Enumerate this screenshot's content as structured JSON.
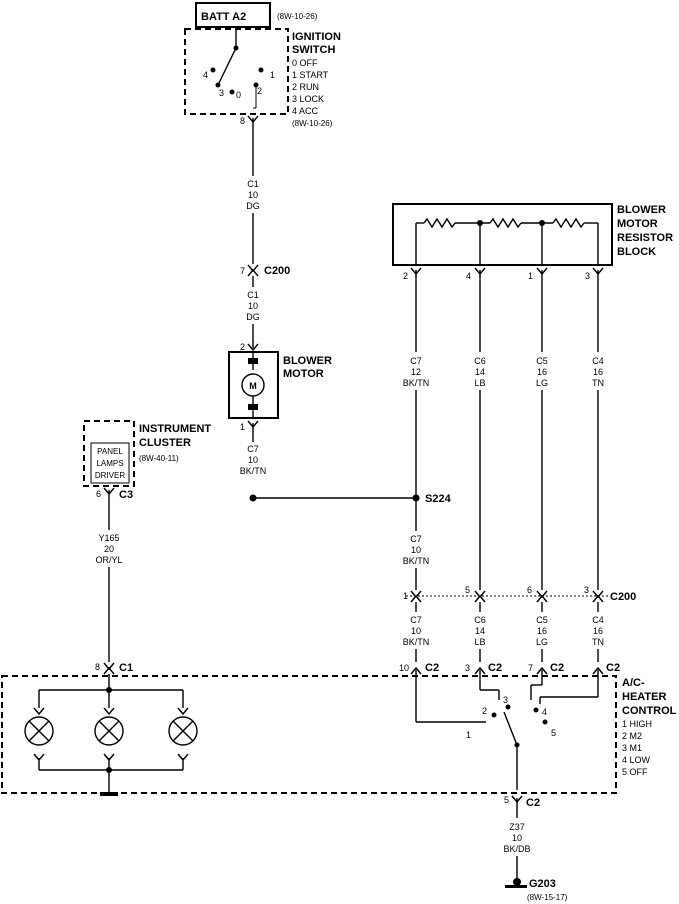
{
  "batt": {
    "label": "BATT A2",
    "ref": "(8W-10-26)"
  },
  "ignition": {
    "title1": "IGNITION",
    "title2": "SWITCH",
    "pos0": "0 OFF",
    "pos1": "1 START",
    "pos2": "2 RUN",
    "pos3": "3 LOCK",
    "pos4": "4 ACC",
    "ref": "(8W-10-26)",
    "n4": "4",
    "n1": "1",
    "n3": "3",
    "n0": "0",
    "n2": "2",
    "pin": "8"
  },
  "wire_top": {
    "circuit": "C1",
    "gauge": "10",
    "color": "DG"
  },
  "c200_upper": {
    "pin": "7",
    "label": "C200"
  },
  "wire_mid": {
    "circuit": "C1",
    "gauge": "10",
    "color": "DG"
  },
  "blower_motor": {
    "title1": "BLOWER",
    "title2": "MOTOR",
    "symbol": "M",
    "pin_top": "2",
    "pin_bot": "1"
  },
  "wire_motor_out": {
    "circuit": "C7",
    "gauge": "10",
    "color": "BK/TN"
  },
  "resistor_block": {
    "title1": "BLOWER",
    "title2": "MOTOR",
    "title3": "RESISTOR",
    "title4": "BLOCK",
    "pins": [
      "2",
      "4",
      "1",
      "3"
    ]
  },
  "res_wires": [
    {
      "circuit": "C7",
      "gauge": "12",
      "color": "BK/TN"
    },
    {
      "circuit": "C6",
      "gauge": "14",
      "color": "LB"
    },
    {
      "circuit": "C5",
      "gauge": "16",
      "color": "LG"
    },
    {
      "circuit": "C4",
      "gauge": "16",
      "color": "TN"
    }
  ],
  "splice": {
    "label": "S224"
  },
  "wire_s224": {
    "circuit": "C7",
    "gauge": "10",
    "color": "BK/TN"
  },
  "c200_lower": {
    "label": "C200",
    "pins": [
      "1",
      "5",
      "6",
      "3"
    ]
  },
  "low_wires": [
    {
      "circuit": "C7",
      "gauge": "10",
      "color": "BK/TN"
    },
    {
      "circuit": "C6",
      "gauge": "14",
      "color": "LB"
    },
    {
      "circuit": "C5",
      "gauge": "16",
      "color": "LG"
    },
    {
      "circuit": "C4",
      "gauge": "16",
      "color": "TN"
    }
  ],
  "instrument_cluster": {
    "title1": "INSTRUMENT",
    "title2": "CLUSTER",
    "ref": "(8W-40-11)",
    "inner1": "PANEL",
    "inner2": "LAMPS",
    "inner3": "DRIVER",
    "pin": "6",
    "conn": "C3"
  },
  "wire_y165": {
    "circuit": "Y165",
    "gauge": "20",
    "color": "OR/YL"
  },
  "heater_control": {
    "title1": "A/C-",
    "title2": "HEATER",
    "title3": "CONTROL",
    "m1": "1 HIGH",
    "m2": "2 M2",
    "m3": "3 M1",
    "m4": "4 LOW",
    "m5": "5 OFF",
    "c1_pin": "8",
    "c1_label": "C1",
    "c2_pins": [
      "10",
      "3",
      "7"
    ],
    "c2_label": "C2",
    "sw": [
      "1",
      "2",
      "3",
      "4",
      "5"
    ],
    "ground_pin": "5"
  },
  "wire_z37": {
    "circuit": "Z37",
    "gauge": "10",
    "color": "BK/DB"
  },
  "ground": {
    "label": "G203",
    "ref": "(8W-15-17)"
  }
}
